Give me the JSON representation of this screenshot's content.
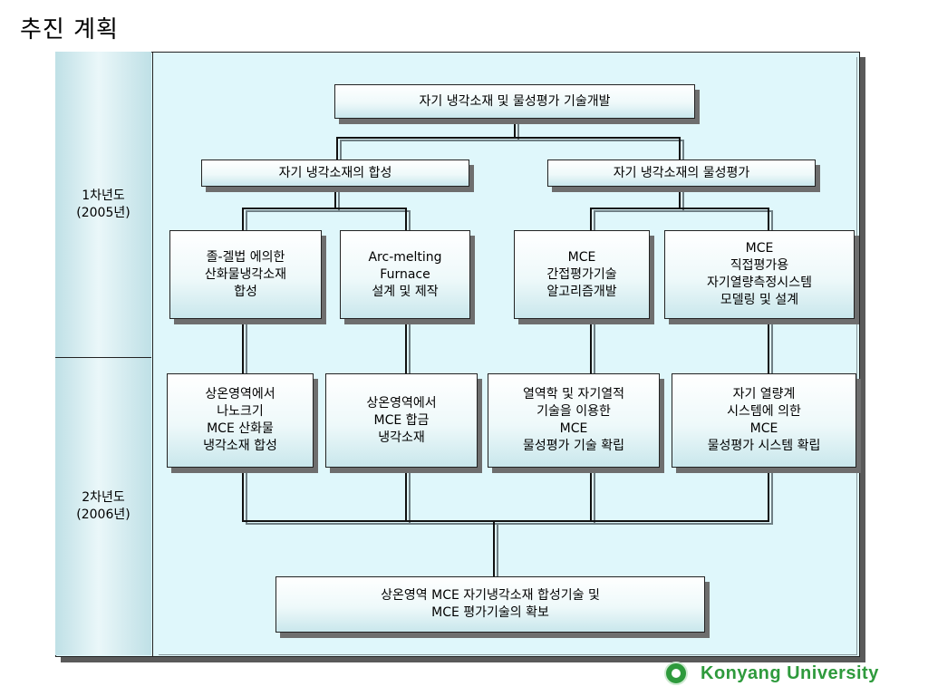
{
  "page": {
    "title": "추진 계획"
  },
  "periods": {
    "year1": "1차년도\n(2005년)",
    "year2": "2차년도\n(2006년)"
  },
  "boxes": {
    "top": "자기  냉각소재 및 물성평가  기술개발",
    "synthesis": "자기 냉각소재의 합성",
    "evaluation": "자기 냉각소재의 물성평가",
    "b1": "졸-겔법 에의한\n산화물냉각소재\n합성",
    "b2": "Arc-melting\nFurnace\n설계 및 제작",
    "b3": "MCE\n간접평가기술\n알고리즘개발",
    "b4": "MCE\n직접평가용\n자기열량측정시스템\n모델링 및 설계",
    "c1": "상온영역에서\n나노크기\nMCE 산화물\n냉각소재 합성",
    "c2": "상온영역에서\nMCE 합금\n냉각소재",
    "c3": "열역학 및 자기열적\n기술을 이용한\nMCE\n물성평가 기술 확립",
    "c4": "자기 열량계\n시스템에 의한\nMCE\n물성평가 시스템 확립",
    "final": "상온영역 MCE 자기냉각소재 합성기술 및\nMCE 평가기술의 확보"
  },
  "footer": {
    "logo_icon": "university-emblem-icon",
    "university": "Konyang University",
    "brand_color": "#2e9a3c"
  }
}
